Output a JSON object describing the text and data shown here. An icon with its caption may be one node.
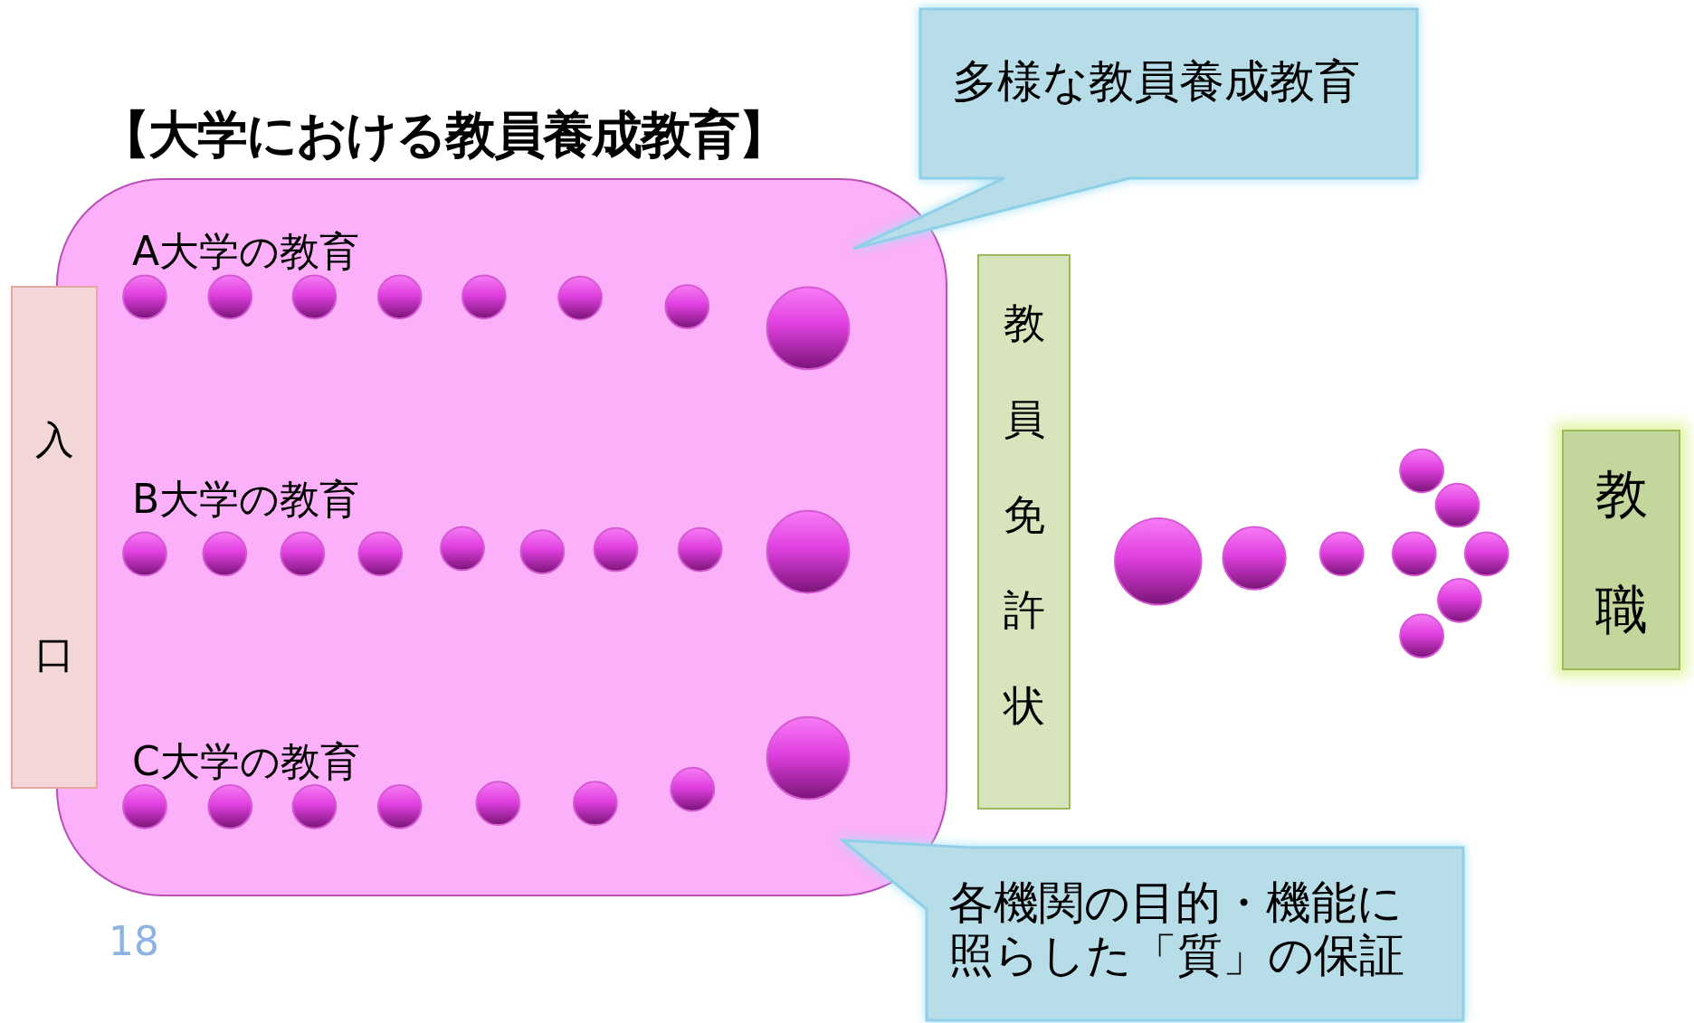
{
  "diagram": {
    "title": "【大学における教員養成教育】",
    "nodes": [
      {
        "text": [
          "A大学の教育",
          "B大学の教育",
          "C大学の教育"
        ]
      },
      {
        "text": [
          "入口"
        ]
      },
      {
        "text": [
          "教員免許状"
        ]
      },
      {
        "text": [
          "教職"
        ]
      },
      {
        "text": [
          "多様な教員養成教育"
        ]
      },
      {
        "text": [
          "各機関の目的・機能に照らした「質」の保証"
        ]
      }
    ],
    "labels": [
      "18"
    ]
  }
}
